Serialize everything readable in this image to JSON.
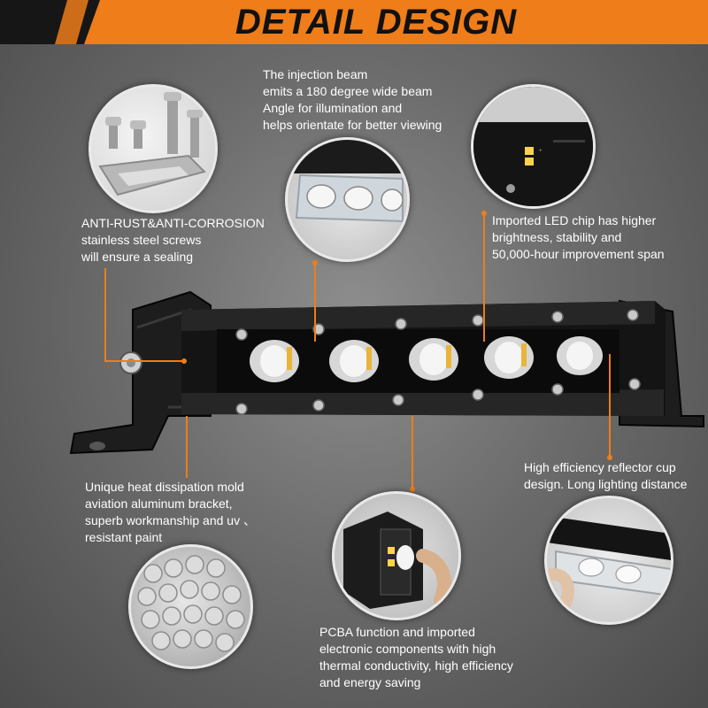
{
  "header": {
    "title": "DETAIL DESIGN"
  },
  "callouts": {
    "screws": {
      "line1": "ANTI-RUST&ANTI-CORROSION",
      "line2": "stainless steel screws",
      "line3": "will ensure a sealing"
    },
    "beam": {
      "line1": "The injection beam",
      "line2": "emits a 180 degree wide beam",
      "line3": "Angle for illumination and",
      "line4": "helps orientate for better viewing"
    },
    "chip": {
      "line1": "Imported LED chip has higher",
      "line2": "brightness, stability and",
      "line3": "50,000-hour improvement span"
    },
    "reflector": {
      "line1": "High efficiency reflector cup",
      "line2": "design. Long lighting distance"
    },
    "bracket": {
      "line1": "Unique heat dissipation mold",
      "line2": "aviation aluminum bracket,",
      "line3": "superb workmanship and uv 、",
      "line4": "resistant paint"
    },
    "pcba": {
      "line1": "PCBA function and imported",
      "line2": "electronic components with high",
      "line3": "thermal conductivity, high efficiency",
      "line4": "and energy saving"
    }
  },
  "colors": {
    "accent": "#ee7d1a",
    "header_dark": "#161616",
    "text": "#ffffff"
  },
  "icons": [
    "screws-photo",
    "beam-lens-photo",
    "led-chip-photo",
    "aluminum-rods-photo",
    "pcba-photo",
    "reflector-photo",
    "led-light-bar"
  ]
}
